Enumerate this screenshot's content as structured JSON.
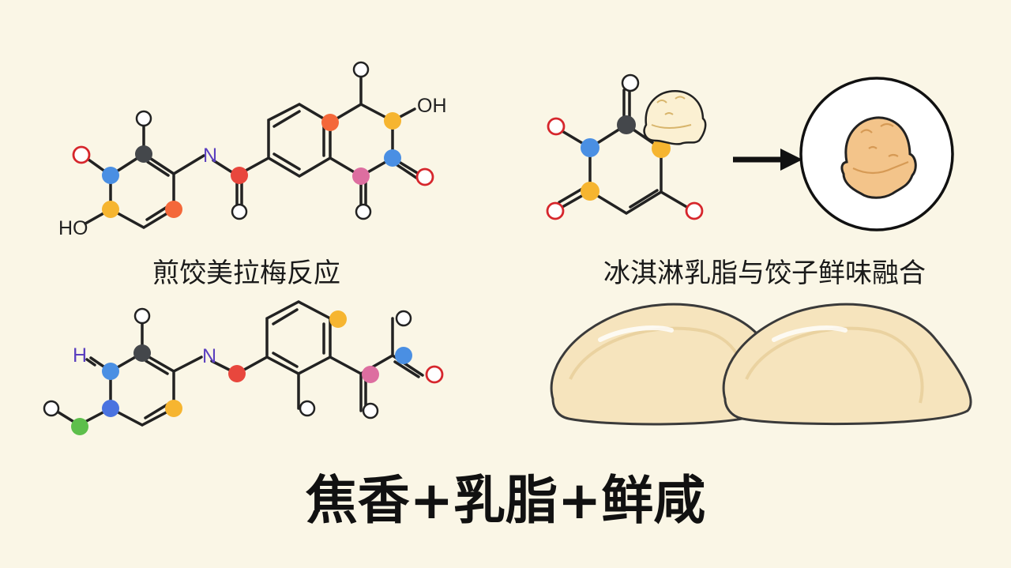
{
  "captions": {
    "maillard": "煎饺美拉梅反应",
    "fusion": "冰淇淋乳脂与饺子鲜味融合",
    "summary": "焦香+乳脂+鲜咸"
  },
  "atom_labels": {
    "n": "N",
    "oh": "OH",
    "ho": "HO",
    "h": "H"
  },
  "colors": {
    "background": "#faf6e6",
    "blue": "#4a8fe3",
    "yellow": "#f6b530",
    "orange": "#f4683a",
    "red": "#e8473d",
    "pink": "#dd6ea0",
    "dark": "#44474b",
    "green": "#5dbf4b",
    "oxygen": "#d6262c",
    "nitrogen": "#5a3fbf"
  }
}
